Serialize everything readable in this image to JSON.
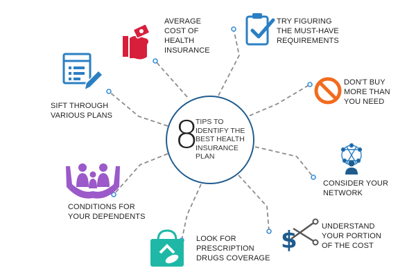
{
  "center": {
    "number": "8",
    "lines": [
      "TIPS TO",
      "IDENTIFY THE",
      "BEST HEALTH",
      "INSURANCE",
      "PLAN"
    ]
  },
  "tips": [
    {
      "lines": [
        "AVERAGE",
        "COST OF",
        "HEALTH",
        "INSURANCE"
      ],
      "icon": "hand-holding-money-icon",
      "color": "#d71f3c"
    },
    {
      "lines": [
        "TRY FIGURING",
        "THE MUST-HAVE",
        "REQUIREMENTS"
      ],
      "icon": "clipboard-check-icon",
      "color": "#2b7fc3"
    },
    {
      "lines": [
        "DON'T BUY",
        "MORE THAN",
        "YOU NEED"
      ],
      "icon": "prohibited-icon",
      "color": "#f26b1d"
    },
    {
      "lines": [
        "CONSIDER YOUR",
        "NETWORK"
      ],
      "icon": "network-person-icon",
      "color": "#1f5c8e"
    },
    {
      "lines": [
        "UNDERSTAND",
        "YOUR PORTION",
        "OF THE COST"
      ],
      "icon": "dollar-scissors-icon",
      "color": "#1f5c8e"
    },
    {
      "lines": [
        "LOOK FOR",
        "PRESCRIPTION",
        "DRUGS COVERAGE"
      ],
      "icon": "medicine-bag-icon",
      "color": "#1fb8a6"
    },
    {
      "lines": [
        "CONDITIONS FOR",
        "YOUR DEPENDENTS"
      ],
      "icon": "family-hands-icon",
      "color": "#9b59c9"
    },
    {
      "lines": [
        "SIFT THROUGH",
        "VARIOUS PLANS"
      ],
      "icon": "document-edit-icon",
      "color": "#2b7fc3"
    }
  ],
  "colors": {
    "line": "#8c8c8c",
    "ring": "#1f5c8e",
    "dot": "#3a8fd6"
  }
}
